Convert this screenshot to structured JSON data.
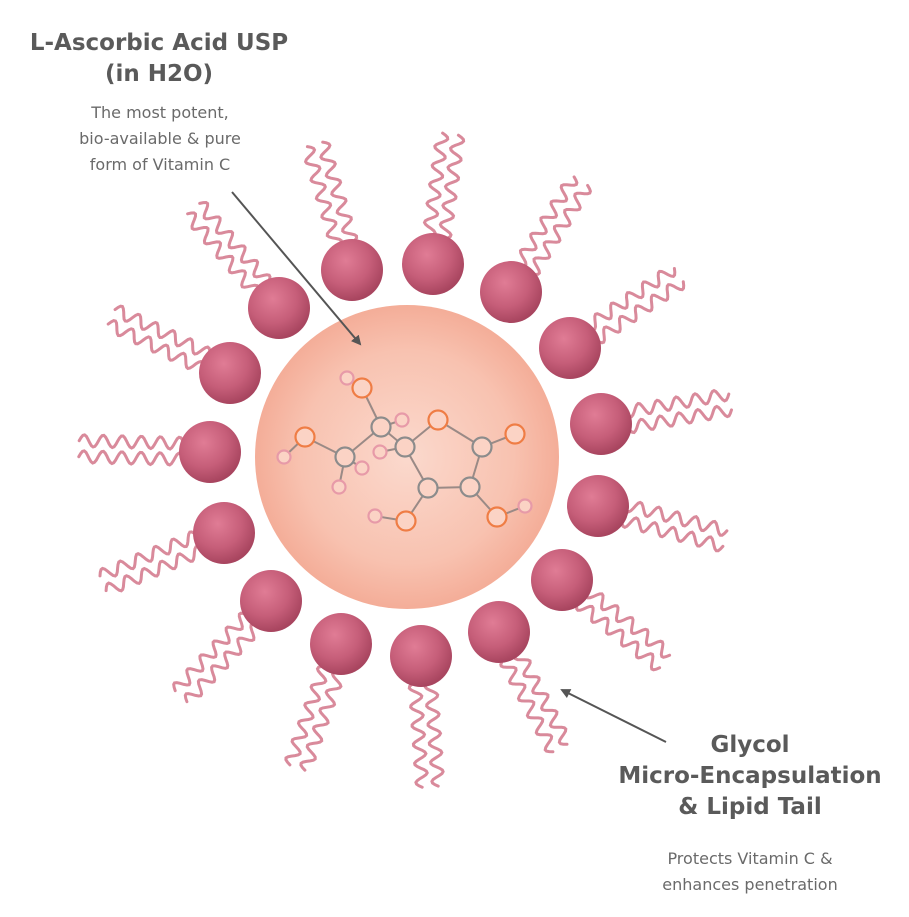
{
  "labels": {
    "acid_title_line1": "L-Ascorbic Acid USP",
    "acid_title_line2": "(in H2O)",
    "acid_desc_line1": "The most potent,",
    "acid_desc_line2": "bio-available & pure",
    "acid_desc_line3": "form of Vitamin C",
    "glycol_title_line1": "Glycol",
    "glycol_title_line2": "Micro-Encapsulation",
    "glycol_title_line3": "& Lipid Tail",
    "glycol_desc_line1": "Protects Vitamin C &",
    "glycol_desc_line2": "enhances penetration"
  },
  "colors": {
    "core_fill": "#f7b7a3",
    "lipid_head": "#b84f6c",
    "lipid_tail": "#d98a9b",
    "atom_orange": "#ef7d45",
    "atom_gray": "#8c8c8c",
    "atom_pink": "#e79aa8",
    "arrow": "#555555"
  }
}
